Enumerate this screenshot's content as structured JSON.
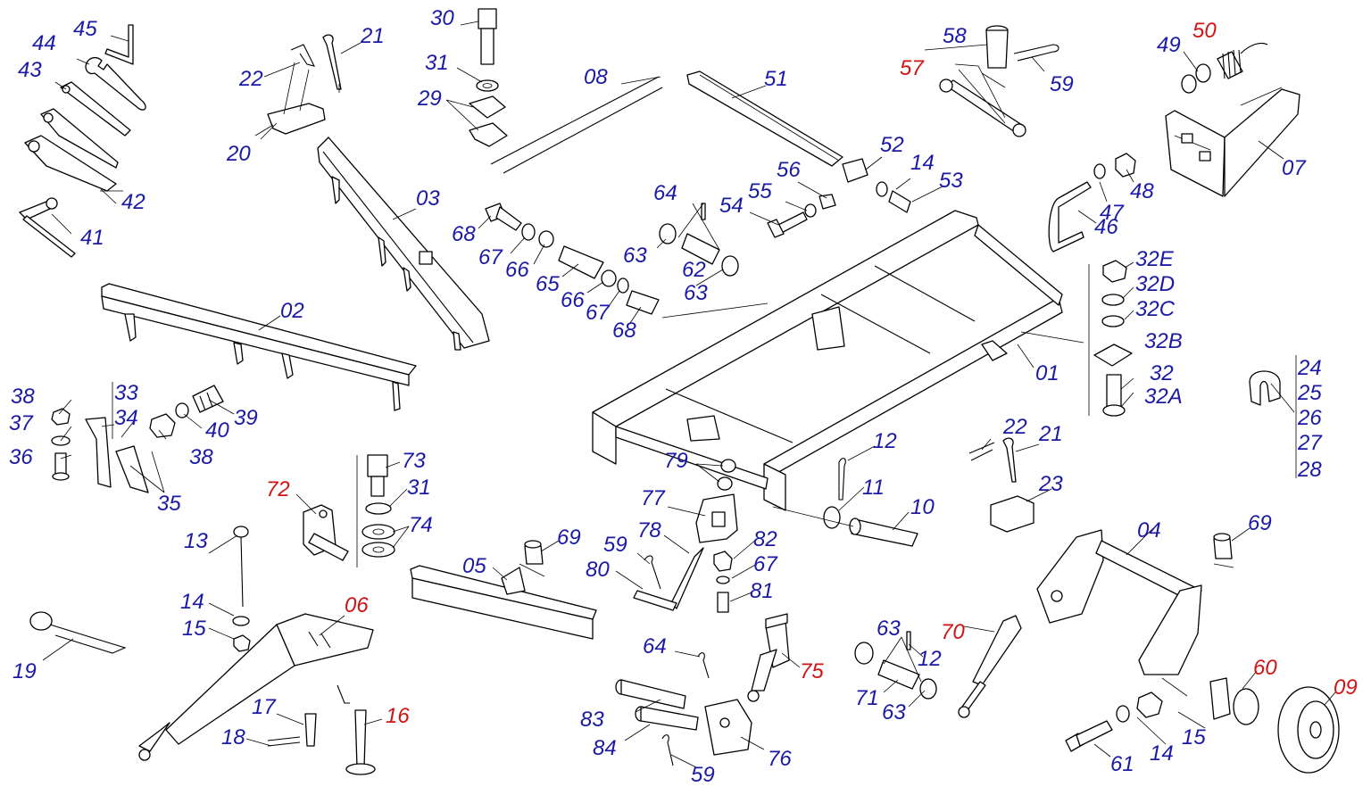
{
  "colors": {
    "standard": "#1a1aa6",
    "highlight": "#d01414",
    "line": "#000000"
  },
  "diagram": {
    "labels": [
      {
        "text": "45",
        "c": "b"
      },
      {
        "text": "44",
        "c": "b"
      },
      {
        "text": "43",
        "c": "b"
      },
      {
        "text": "42",
        "c": "b"
      },
      {
        "text": "41",
        "c": "b"
      },
      {
        "text": "21",
        "c": "b"
      },
      {
        "text": "22",
        "c": "b"
      },
      {
        "text": "20",
        "c": "b"
      },
      {
        "text": "03",
        "c": "b"
      },
      {
        "text": "30",
        "c": "b"
      },
      {
        "text": "31",
        "c": "b"
      },
      {
        "text": "29",
        "c": "b"
      },
      {
        "text": "08",
        "c": "b"
      },
      {
        "text": "51",
        "c": "b"
      },
      {
        "text": "58",
        "c": "b"
      },
      {
        "text": "57",
        "c": "r"
      },
      {
        "text": "59",
        "c": "b"
      },
      {
        "text": "49",
        "c": "b"
      },
      {
        "text": "50",
        "c": "r"
      },
      {
        "text": "07",
        "c": "b"
      },
      {
        "text": "52",
        "c": "b"
      },
      {
        "text": "14",
        "c": "b"
      },
      {
        "text": "56",
        "c": "b"
      },
      {
        "text": "53",
        "c": "b"
      },
      {
        "text": "55",
        "c": "b"
      },
      {
        "text": "54",
        "c": "b"
      },
      {
        "text": "64",
        "c": "b"
      },
      {
        "text": "68",
        "c": "b"
      },
      {
        "text": "67",
        "c": "b"
      },
      {
        "text": "66",
        "c": "b"
      },
      {
        "text": "63",
        "c": "b"
      },
      {
        "text": "62",
        "c": "b"
      },
      {
        "text": "65",
        "c": "b"
      },
      {
        "text": "63",
        "c": "b"
      },
      {
        "text": "66",
        "c": "b"
      },
      {
        "text": "67",
        "c": "b"
      },
      {
        "text": "68",
        "c": "b"
      },
      {
        "text": "48",
        "c": "b"
      },
      {
        "text": "47",
        "c": "b"
      },
      {
        "text": "46",
        "c": "b"
      },
      {
        "text": "32E",
        "c": "b"
      },
      {
        "text": "32D",
        "c": "b"
      },
      {
        "text": "32C",
        "c": "b"
      },
      {
        "text": "32B",
        "c": "b"
      },
      {
        "text": "32",
        "c": "b"
      },
      {
        "text": "32A",
        "c": "b"
      },
      {
        "text": "02",
        "c": "b"
      },
      {
        "text": "01",
        "c": "b"
      },
      {
        "text": "24",
        "c": "b"
      },
      {
        "text": "25",
        "c": "b"
      },
      {
        "text": "26",
        "c": "b"
      },
      {
        "text": "27",
        "c": "b"
      },
      {
        "text": "28",
        "c": "b"
      },
      {
        "text": "38",
        "c": "b"
      },
      {
        "text": "33",
        "c": "b"
      },
      {
        "text": "34",
        "c": "b"
      },
      {
        "text": "37",
        "c": "b"
      },
      {
        "text": "40",
        "c": "b"
      },
      {
        "text": "39",
        "c": "b"
      },
      {
        "text": "36",
        "c": "b"
      },
      {
        "text": "38",
        "c": "b"
      },
      {
        "text": "35",
        "c": "b"
      },
      {
        "text": "73",
        "c": "b"
      },
      {
        "text": "72",
        "c": "r"
      },
      {
        "text": "31",
        "c": "b"
      },
      {
        "text": "74",
        "c": "b"
      },
      {
        "text": "22",
        "c": "b"
      },
      {
        "text": "21",
        "c": "b"
      },
      {
        "text": "12",
        "c": "b"
      },
      {
        "text": "79",
        "c": "b"
      },
      {
        "text": "11",
        "c": "b"
      },
      {
        "text": "23",
        "c": "b"
      },
      {
        "text": "10",
        "c": "b"
      },
      {
        "text": "13",
        "c": "b"
      },
      {
        "text": "77",
        "c": "b"
      },
      {
        "text": "69",
        "c": "b"
      },
      {
        "text": "59",
        "c": "b"
      },
      {
        "text": "78",
        "c": "b"
      },
      {
        "text": "82",
        "c": "b"
      },
      {
        "text": "05",
        "c": "b"
      },
      {
        "text": "80",
        "c": "b"
      },
      {
        "text": "67",
        "c": "b"
      },
      {
        "text": "04",
        "c": "b"
      },
      {
        "text": "69",
        "c": "b"
      },
      {
        "text": "14",
        "c": "b"
      },
      {
        "text": "06",
        "c": "r"
      },
      {
        "text": "81",
        "c": "b"
      },
      {
        "text": "15",
        "c": "b"
      },
      {
        "text": "63",
        "c": "b"
      },
      {
        "text": "70",
        "c": "r"
      },
      {
        "text": "12",
        "c": "b"
      },
      {
        "text": "64",
        "c": "b"
      },
      {
        "text": "19",
        "c": "b"
      },
      {
        "text": "75",
        "c": "r"
      },
      {
        "text": "60",
        "c": "r"
      },
      {
        "text": "09",
        "c": "r"
      },
      {
        "text": "71",
        "c": "b"
      },
      {
        "text": "63",
        "c": "b"
      },
      {
        "text": "17",
        "c": "b"
      },
      {
        "text": "16",
        "c": "r"
      },
      {
        "text": "83",
        "c": "b"
      },
      {
        "text": "15",
        "c": "b"
      },
      {
        "text": "18",
        "c": "b"
      },
      {
        "text": "84",
        "c": "b"
      },
      {
        "text": "14",
        "c": "b"
      },
      {
        "text": "76",
        "c": "b"
      },
      {
        "text": "61",
        "c": "b"
      },
      {
        "text": "59",
        "c": "b"
      }
    ]
  }
}
